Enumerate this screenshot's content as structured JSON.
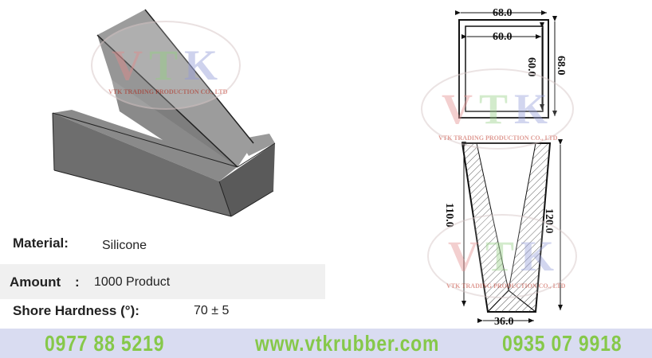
{
  "spec": {
    "material_label": "Material:",
    "material_value": "Silicone",
    "amount_label": "Amount",
    "amount_sep": ":",
    "amount_value": "1000 Product",
    "hardness_label": "Shore Hardness (°):",
    "hardness_value": "70 ± 5"
  },
  "drawing": {
    "outer_width": "68.0",
    "inner_width": "60.0",
    "inner_height": "60.0",
    "outer_height": "68.0",
    "left_height": "110.0",
    "right_height": "120.0",
    "bottom_width": "36.0"
  },
  "watermark": {
    "letters": "VTK",
    "company": "VTK TRADING PRODUCTION CO., LTD"
  },
  "contact": {
    "phone_1": "0977 88 5219",
    "website": "www.vtkrubber.com",
    "phone_2": "0935 07 9918"
  },
  "colors": {
    "contact_text": "#86c84a",
    "contact_bar": "#d9dcf1",
    "watermark_v": "#e8a0a0",
    "watermark_t": "#a8d89a",
    "watermark_k": "#a7aee0"
  }
}
